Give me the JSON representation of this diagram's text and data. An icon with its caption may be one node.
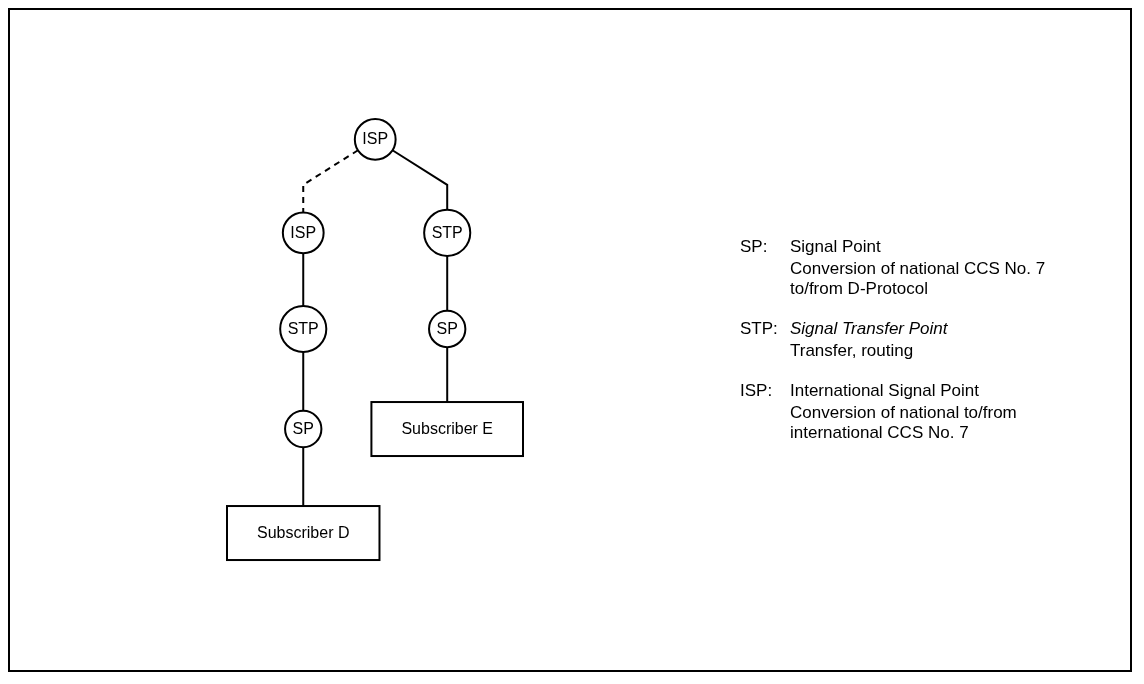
{
  "diagram": {
    "nodes": [
      {
        "text": [
          "ISP"
        ]
      },
      {
        "text": [
          "ISP"
        ]
      },
      {
        "text": [
          "STP"
        ]
      },
      {
        "text": [
          "STP"
        ]
      },
      {
        "text": [
          "SP"
        ]
      },
      {
        "text": [
          "SP"
        ]
      },
      {
        "text": [
          "Subscriber E"
        ]
      },
      {
        "text": [
          "Subscriber D"
        ]
      }
    ],
    "edges": [
      {
        "from": 0,
        "to": 1,
        "arrow": "none",
        "style": "dashed"
      },
      {
        "from": 0,
        "to": 2,
        "arrow": "none"
      },
      {
        "from": 2,
        "to": 4,
        "arrow": "none"
      },
      {
        "from": 4,
        "to": 6,
        "arrow": "none"
      },
      {
        "from": 1,
        "to": 3,
        "arrow": "none"
      },
      {
        "from": 3,
        "to": 5,
        "arrow": "none"
      },
      {
        "from": 5,
        "to": 7,
        "arrow": "none"
      }
    ],
    "labels": [
      "SP:",
      "Signal Point",
      "Conversion of national CCS No. 7 to/from D-Protocol",
      "STP:",
      "Signal Transfer Point",
      "Transfer, routing",
      "ISP:",
      "International Signal Point",
      "Conversion of national to/from international CCS No. 7"
    ]
  }
}
